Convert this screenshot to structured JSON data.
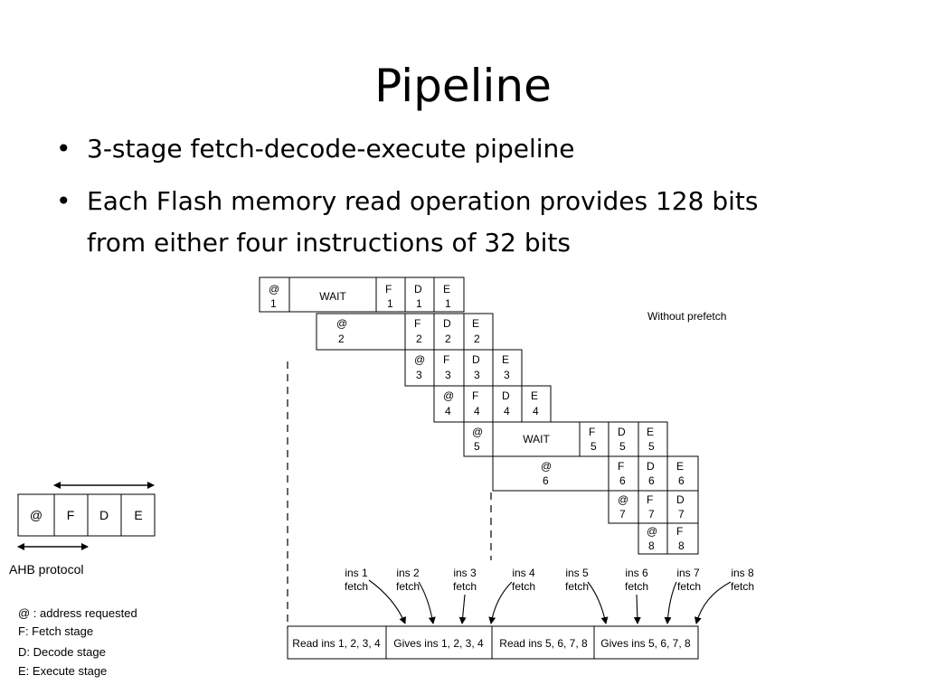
{
  "slide": {
    "title": "Pipeline",
    "bullets": [
      {
        "lines": [
          "3-stage fetch-decode-execute pipeline"
        ]
      },
      {
        "lines": [
          "Each Flash memory read operation provides 128 bits",
          "from either four instructions of 32 bits"
        ]
      }
    ]
  },
  "diagram": {
    "note": "Without prefetch",
    "rows": [
      [
        {
          "a": "@",
          "b": "1"
        },
        {
          "a": "WAIT",
          "b": ""
        },
        {
          "a": "F",
          "b": "1"
        },
        {
          "a": "D",
          "b": "1"
        },
        {
          "a": "E",
          "b": "1"
        }
      ],
      [
        {
          "a": "@",
          "b": "2"
        },
        {
          "a": "F",
          "b": "2"
        },
        {
          "a": "D",
          "b": "2"
        },
        {
          "a": "E",
          "b": "2"
        }
      ],
      [
        {
          "a": "@",
          "b": "3"
        },
        {
          "a": "F",
          "b": "3"
        },
        {
          "a": "D",
          "b": "3"
        },
        {
          "a": "E",
          "b": "3"
        }
      ],
      [
        {
          "a": "@",
          "b": "4"
        },
        {
          "a": "F",
          "b": "4"
        },
        {
          "a": "D",
          "b": "4"
        },
        {
          "a": "E",
          "b": "4"
        }
      ],
      [
        {
          "a": "@",
          "b": "5"
        },
        {
          "a": "WAIT",
          "b": ""
        },
        {
          "a": "F",
          "b": "5"
        },
        {
          "a": "D",
          "b": "5"
        },
        {
          "a": "E",
          "b": "5"
        }
      ],
      [
        {
          "a": "@",
          "b": "6"
        },
        {
          "a": "F",
          "b": "6"
        },
        {
          "a": "D",
          "b": "6"
        },
        {
          "a": "E",
          "b": "6"
        }
      ],
      [
        {
          "a": "@",
          "b": "7"
        },
        {
          "a": "F",
          "b": "7"
        },
        {
          "a": "D",
          "b": "7"
        }
      ],
      [
        {
          "a": "@",
          "b": "8"
        },
        {
          "a": "F",
          "b": "8"
        }
      ]
    ],
    "fetch_labels": [
      [
        "ins 1",
        "fetch"
      ],
      [
        "ins 2",
        "fetch"
      ],
      [
        "ins 3",
        "fetch"
      ],
      [
        "ins 4",
        "fetch"
      ],
      [
        "ins 5",
        "fetch"
      ],
      [
        "ins 6",
        "fetch"
      ],
      [
        "ins 7",
        "fetch"
      ],
      [
        "ins 8",
        "fetch"
      ]
    ],
    "timeline": [
      "Read ins 1, 2, 3, 4",
      "Gives ins 1, 2, 3, 4",
      "Read ins 5, 6, 7, 8",
      "Gives ins 5, 6, 7, 8"
    ],
    "legend_box": [
      "@",
      "F",
      "D",
      "E"
    ],
    "ahb_label": "AHB protocol",
    "legend_items": [
      "@ : address requested",
      "F: Fetch stage",
      "D: Decode stage",
      "E: Execute stage"
    ]
  }
}
